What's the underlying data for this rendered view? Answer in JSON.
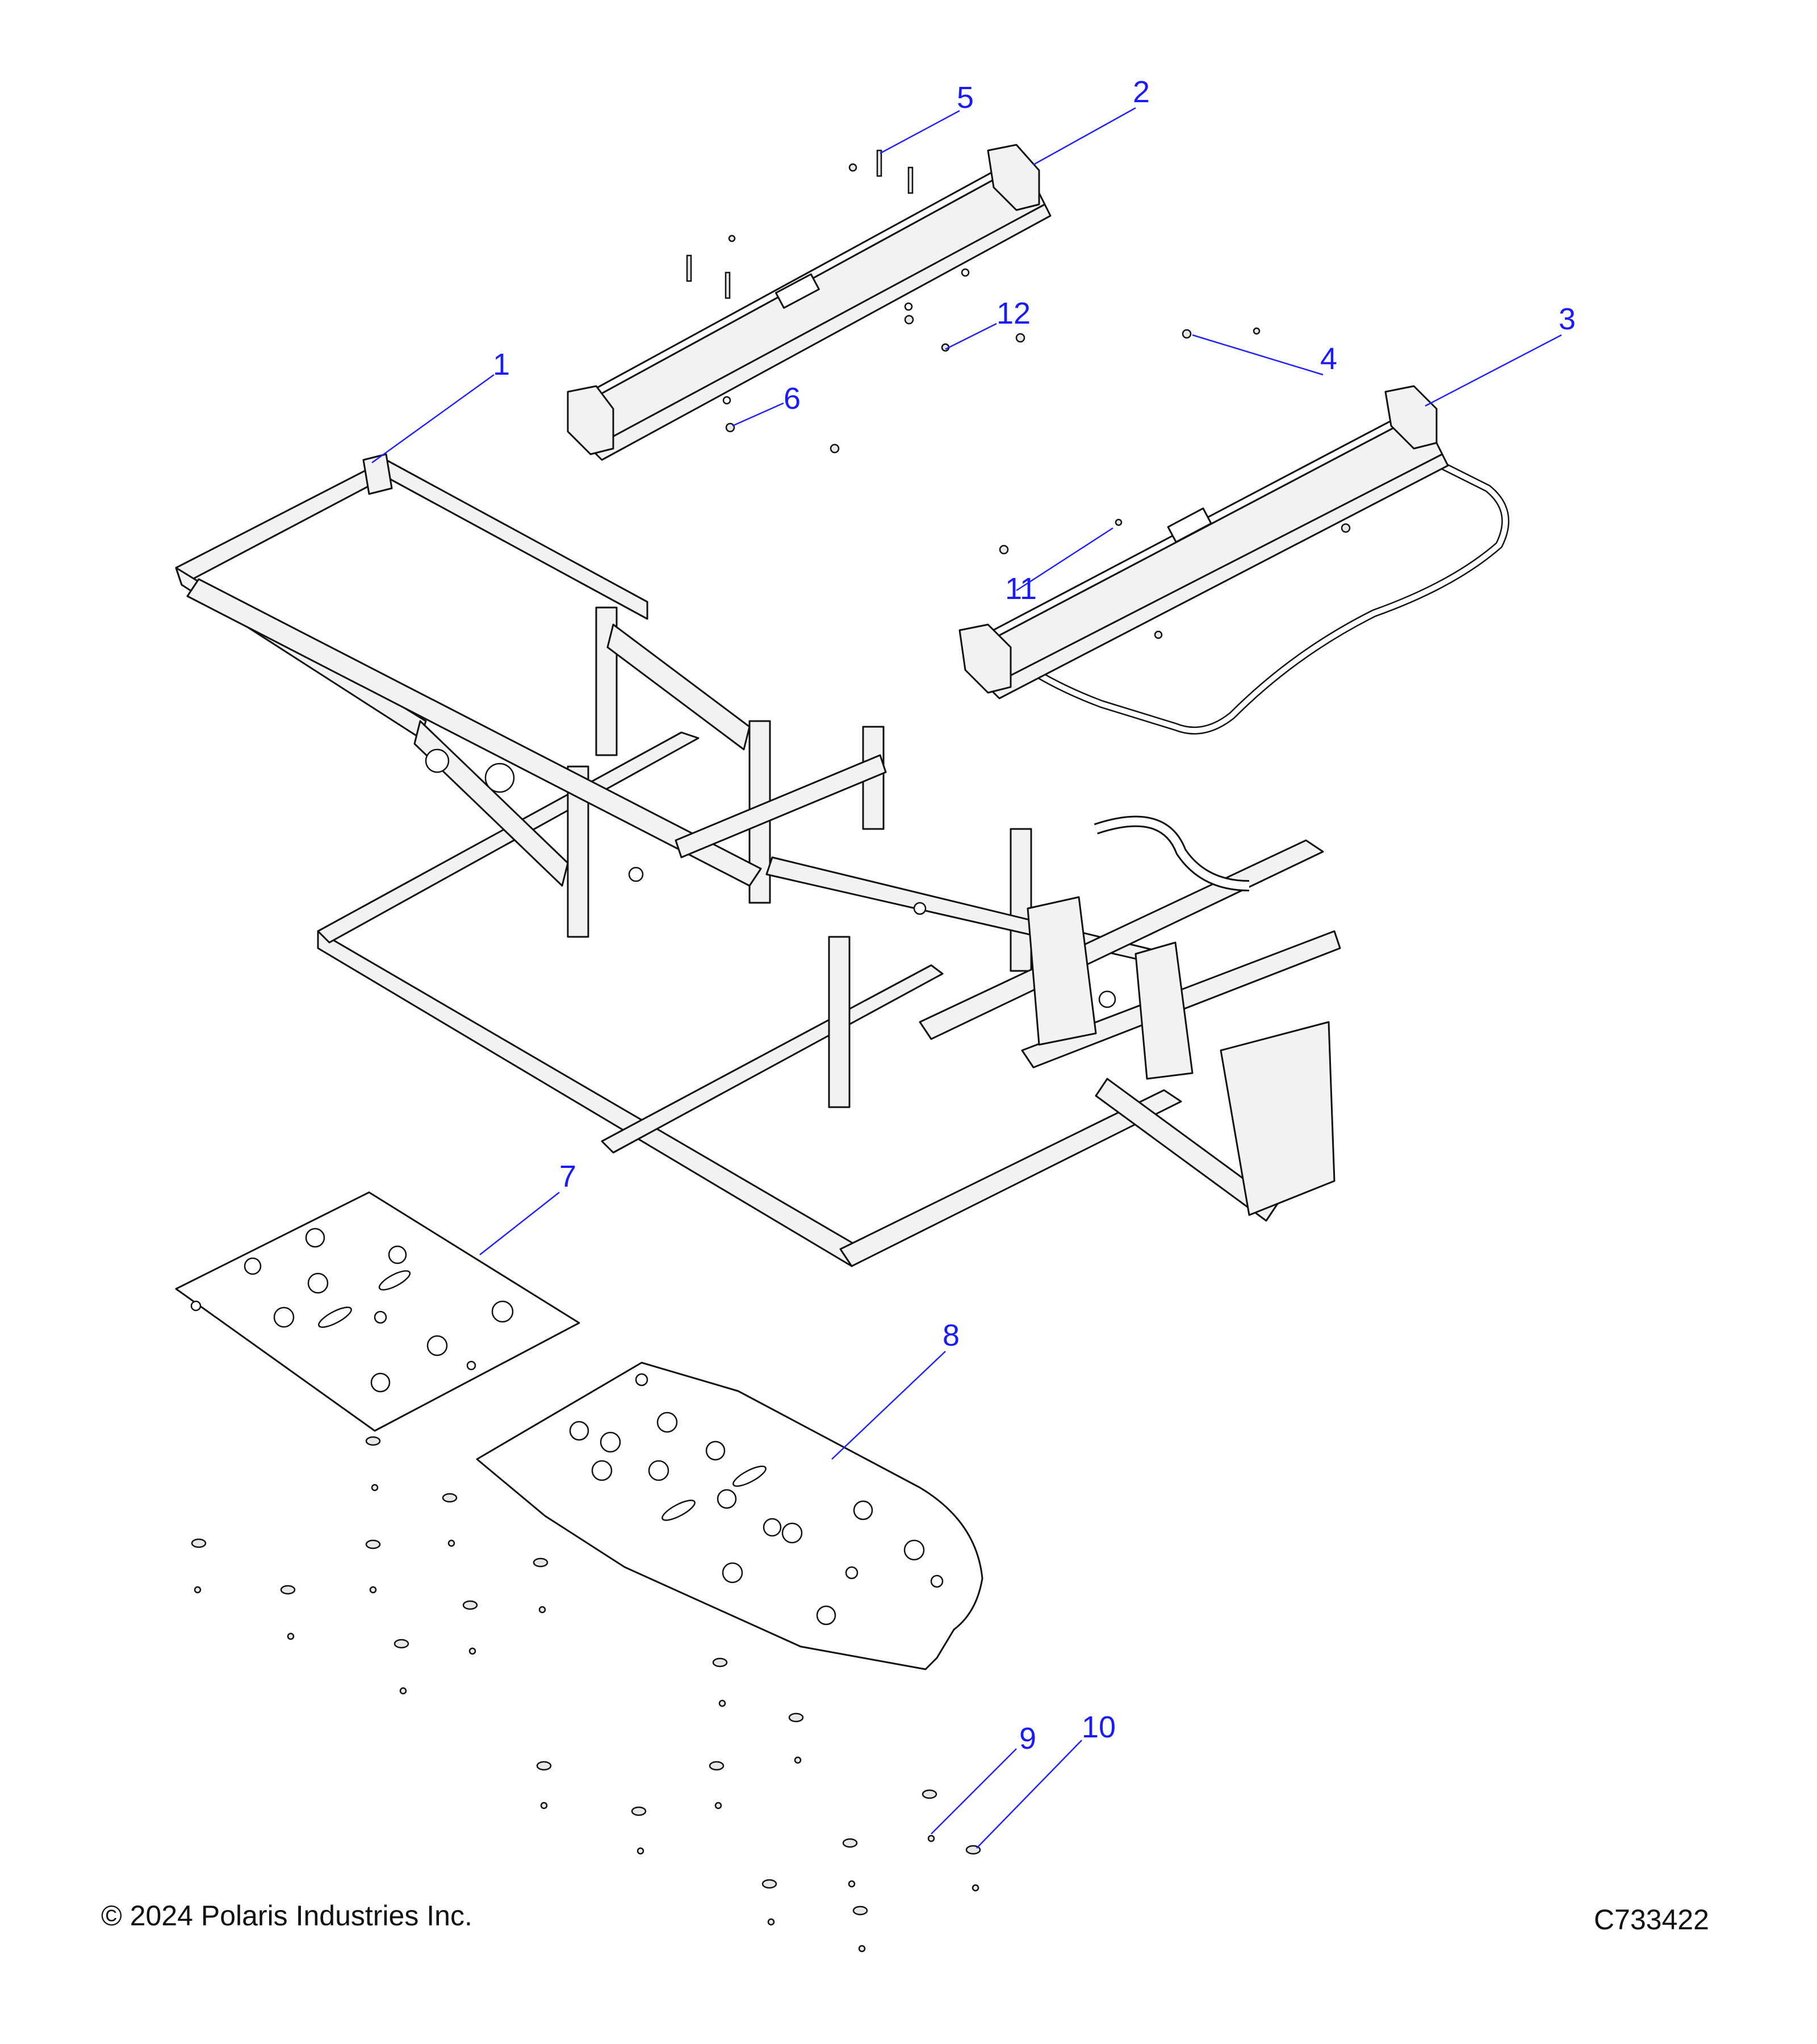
{
  "callouts": [
    {
      "id": "1",
      "label": "1"
    },
    {
      "id": "2",
      "label": "2"
    },
    {
      "id": "3",
      "label": "3"
    },
    {
      "id": "4",
      "label": "4"
    },
    {
      "id": "5",
      "label": "5"
    },
    {
      "id": "6",
      "label": "6"
    },
    {
      "id": "7",
      "label": "7"
    },
    {
      "id": "8",
      "label": "8"
    },
    {
      "id": "9",
      "label": "9"
    },
    {
      "id": "10",
      "label": "10"
    },
    {
      "id": "11",
      "label": "11"
    },
    {
      "id": "12",
      "label": "12"
    }
  ],
  "footer": {
    "copyright": "© 2024 Polaris Industries Inc.",
    "code": "C733422"
  },
  "colors": {
    "callout": "#1a1aff",
    "line": "#111111",
    "part_fill": "#f2f2f2"
  }
}
